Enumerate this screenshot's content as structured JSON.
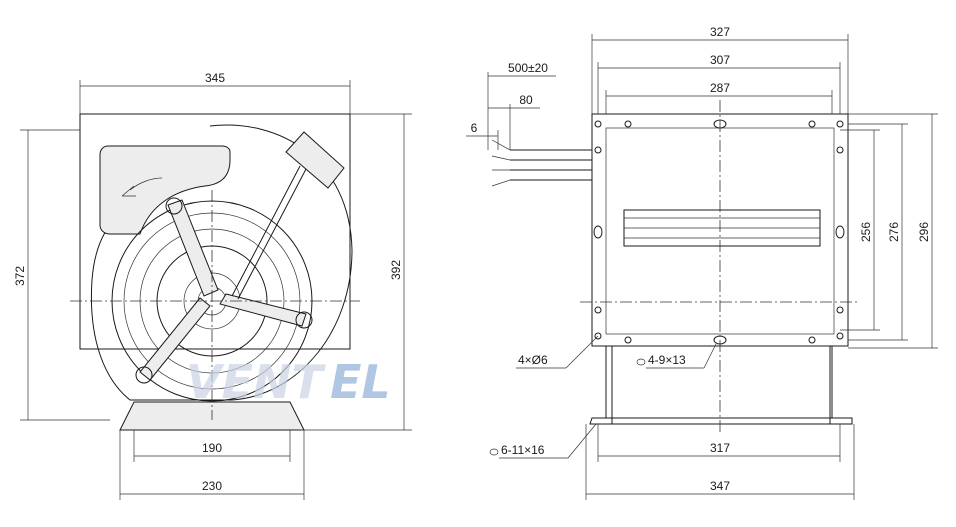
{
  "front_view": {
    "dimensions": {
      "width_top": "345",
      "height_left": "372",
      "height_right": "392",
      "base_inner": "190",
      "base_outer": "230"
    }
  },
  "side_view": {
    "dimensions": {
      "width_top": "327",
      "width_second": "307",
      "width_third": "287",
      "cable_length": "500±20",
      "cable_strip": "80",
      "cable_end": "6",
      "height_256": "256",
      "height_276": "276",
      "height_296": "296",
      "base_inner": "317",
      "base_outer": "347"
    },
    "notes": {
      "holes_round": "4×Ø6",
      "slots_top": "4-9×13",
      "slots_base": "6-11×16"
    }
  },
  "watermark": {
    "text_dark": "VENT",
    "text_light": "EL"
  },
  "colors": {
    "line": "#1a1a1a",
    "watermark": "#c9d3e3",
    "background": "#ffffff"
  }
}
